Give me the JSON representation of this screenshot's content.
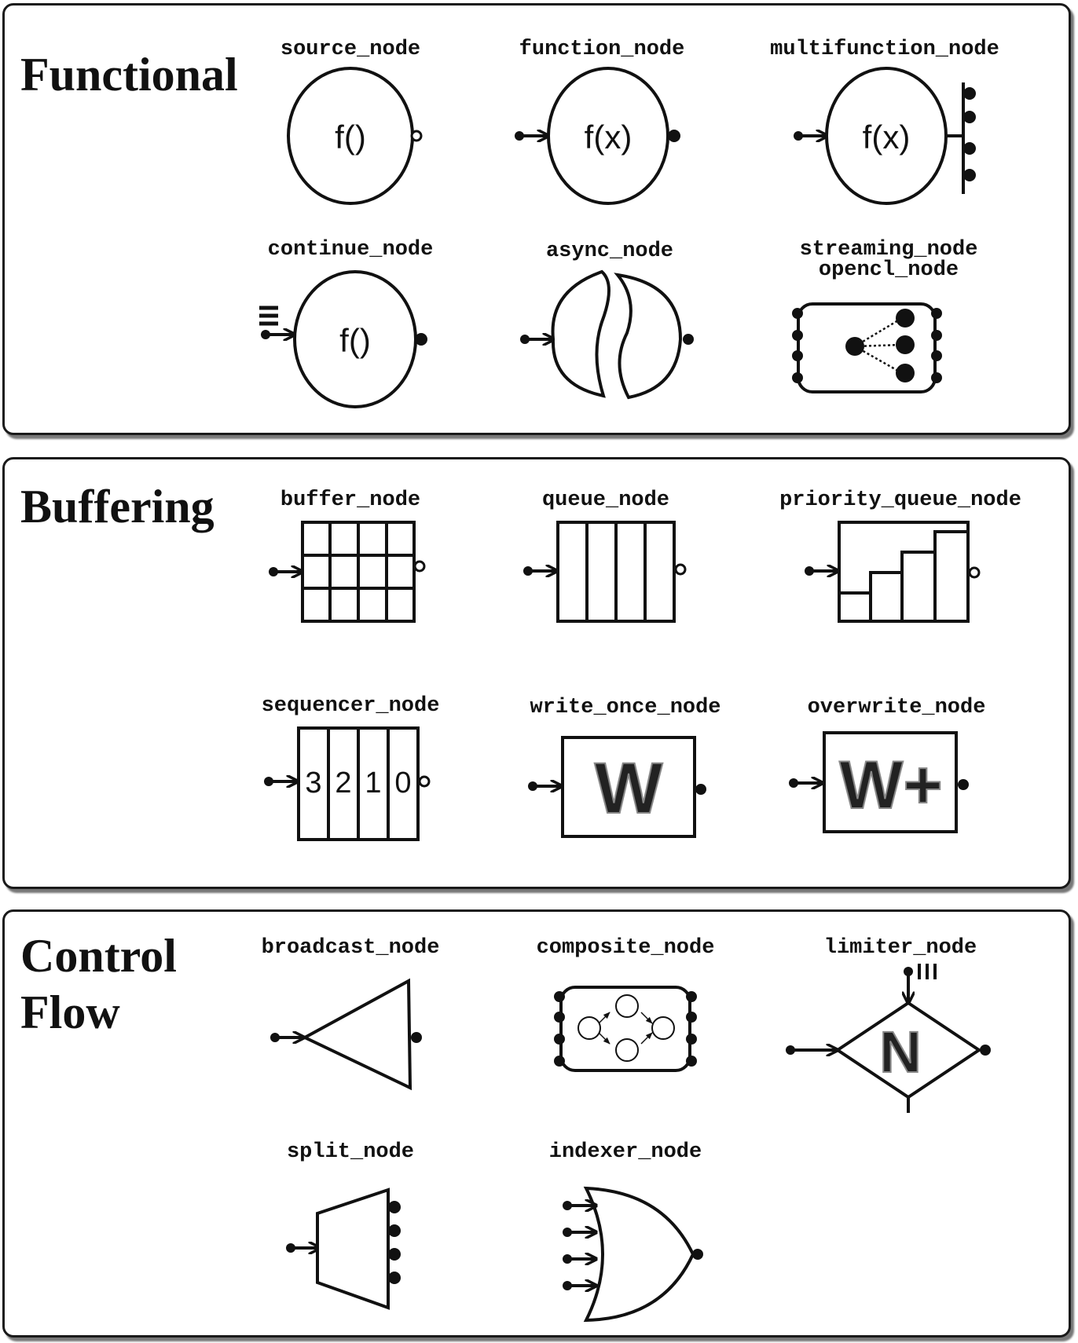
{
  "panels": {
    "functional": {
      "title": "Functional",
      "nodes": {
        "source": "source_node",
        "function": "function_node",
        "multifunction": "multifunction_node",
        "continue": "continue_node",
        "async": "async_node",
        "streaming": "streaming_node",
        "opencl": "opencl_node"
      },
      "glyphs": {
        "source": "f()",
        "function": "f(x)",
        "multifunction": "f(x)",
        "continue": "f()"
      }
    },
    "buffering": {
      "title": "Buffering",
      "nodes": {
        "buffer": "buffer_node",
        "queue": "queue_node",
        "priority_queue": "priority_queue_node",
        "sequencer": "sequencer_node",
        "write_once": "write_once_node",
        "overwrite": "overwrite_node"
      },
      "glyphs": {
        "seq_3": "3",
        "seq_2": "2",
        "seq_1": "1",
        "seq_0": "0",
        "write_once": "W",
        "overwrite": "W+"
      }
    },
    "control_flow": {
      "title_line1": "Control",
      "title_line2": "Flow",
      "nodes": {
        "broadcast": "broadcast_node",
        "composite": "composite_node",
        "limiter": "limiter_node",
        "split": "split_node",
        "indexer": "indexer_node"
      },
      "glyphs": {
        "limiter": "N"
      }
    }
  },
  "colors": {
    "stroke": "#111111",
    "panel_shadow": "#777777",
    "background": "#ffffff"
  }
}
